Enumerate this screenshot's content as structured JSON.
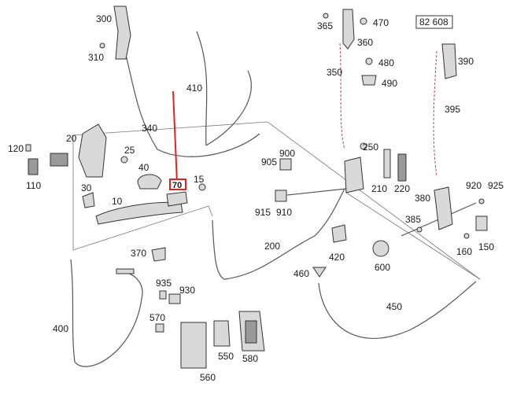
{
  "diagram": {
    "part_numbers": {
      "p300": "300",
      "p310": "310",
      "p410": "410",
      "p340": "340",
      "p365": "365",
      "p470": "470",
      "p360": "360",
      "p480": "480",
      "p350": "350",
      "p490": "490",
      "p390": "390",
      "p395": "395",
      "p120": "120",
      "p20": "20",
      "p25": "25",
      "p110": "110",
      "p40": "40",
      "p30": "30",
      "p10": "10",
      "p15": "15",
      "p905": "905",
      "p900": "900",
      "p250": "250",
      "p210": "210",
      "p220": "220",
      "p915": "915",
      "p910": "910",
      "p380": "380",
      "p920": "920",
      "p925": "925",
      "p385": "385",
      "p160": "160",
      "p150": "150",
      "p200": "200",
      "p420": "420",
      "p370": "370",
      "p600": "600",
      "p460": "460",
      "p935": "935",
      "p930": "930",
      "p450": "450",
      "p570": "570",
      "p400": "400",
      "p550": "550",
      "p580": "580",
      "p560": "560"
    },
    "boxed_reference": "82 608",
    "highlighted_part": "70",
    "colors": {
      "accent": "#e0241b",
      "cable": "#b04a5a",
      "line": "#333333"
    }
  }
}
